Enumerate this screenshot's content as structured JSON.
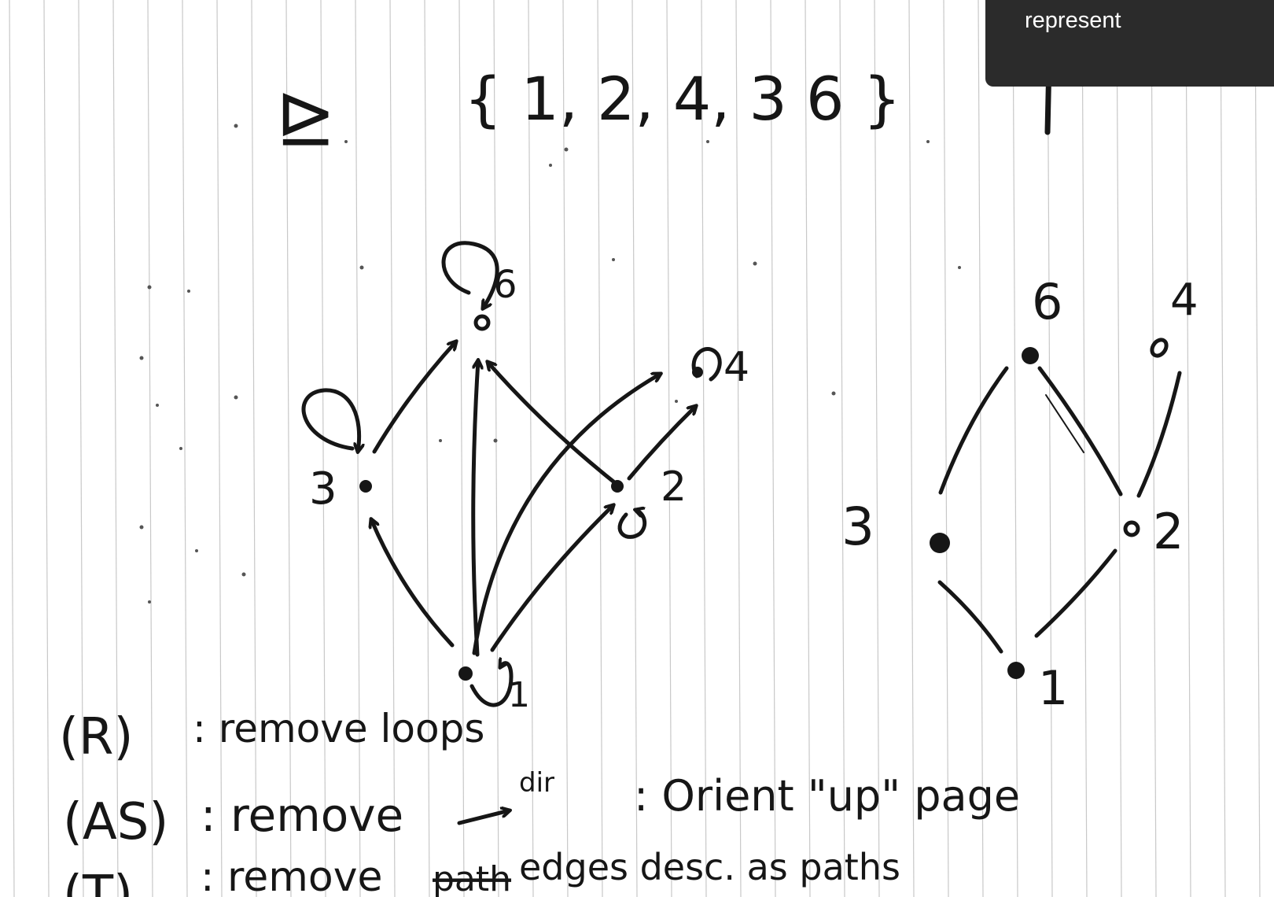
{
  "colors": {
    "paper": "#ffffff",
    "rule": "#c8c8c8",
    "ink": "#161616",
    "tooltip_bg": "#2b2b2b",
    "tooltip_text": "#ffffff"
  },
  "tooltip": {
    "text": "represent"
  },
  "heading": {
    "symbol": "⊵",
    "set_text": "{ 1, 2, 4, 3  6 }"
  },
  "graph_left": {
    "nodes": [
      {
        "id": "6",
        "label": "6"
      },
      {
        "id": "4",
        "label": "4"
      },
      {
        "id": "3",
        "label": "3"
      },
      {
        "id": "2",
        "label": "2"
      },
      {
        "id": "1",
        "label": "1"
      }
    ],
    "edges": [
      [
        "3",
        "6"
      ],
      [
        "1",
        "6"
      ],
      [
        "2",
        "6"
      ],
      [
        "1",
        "3"
      ],
      [
        "1",
        "4"
      ],
      [
        "2",
        "4"
      ],
      [
        "1",
        "2"
      ]
    ],
    "loops": [
      "6",
      "4",
      "3",
      "2",
      "1"
    ]
  },
  "graph_right": {
    "nodes": [
      {
        "id": "6",
        "label": "6"
      },
      {
        "id": "4",
        "label": "4"
      },
      {
        "id": "3",
        "label": "3"
      },
      {
        "id": "2",
        "label": "2"
      },
      {
        "id": "1",
        "label": "1"
      }
    ],
    "edges": [
      [
        "3",
        "6"
      ],
      [
        "2",
        "6"
      ],
      [
        "2",
        "4"
      ],
      [
        "1",
        "3"
      ],
      [
        "1",
        "2"
      ]
    ]
  },
  "notes": {
    "r": {
      "code": "(R)",
      "text": ": remove loops"
    },
    "as": {
      "code": "(AS)",
      "text": ": remove",
      "sup": "dir",
      "tail": ": Orient \"up\" page"
    },
    "t": {
      "code": "(T)",
      "text": ": remove",
      "crossed": "path",
      "tail": "edges desc. as paths"
    }
  }
}
